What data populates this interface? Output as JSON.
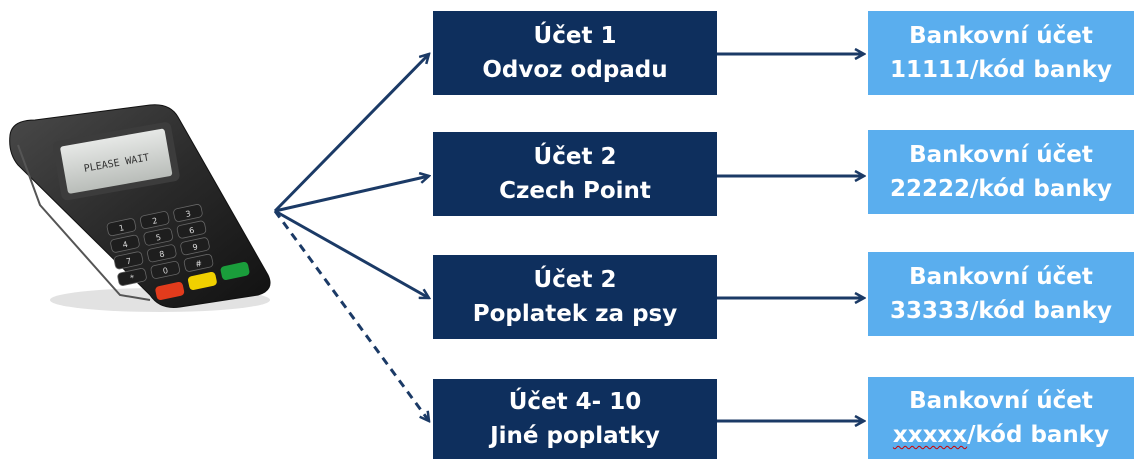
{
  "terminal": {
    "screen_text": "PLEASE WAIT",
    "key_labels": [
      "1",
      "2",
      "3",
      "4",
      "5",
      "6",
      "7",
      "8",
      "9",
      "*",
      "0",
      "#"
    ]
  },
  "accounts": [
    {
      "title": "Účet 1",
      "subtitle": "Odvoz odpadu"
    },
    {
      "title": "Účet 2",
      "subtitle": "Czech Point"
    },
    {
      "title": "Účet 2",
      "subtitle": "Poplatek za psy"
    },
    {
      "title": "Účet 4- 10",
      "subtitle": "Jiné poplatky"
    }
  ],
  "banks": [
    {
      "title": "Bankovní účet",
      "number": "11111",
      "suffix": "/kód banky"
    },
    {
      "title": "Bankovní účet",
      "number": "22222",
      "suffix": "/kód banky"
    },
    {
      "title": "Bankovní účet",
      "number": "33333",
      "suffix": "/kód banky"
    },
    {
      "title": "Bankovní účet",
      "number": "xxxxx",
      "suffix": "/kód banky"
    }
  ],
  "colors": {
    "dark_box": "#0e2f5d",
    "light_box": "#5aaeee",
    "arrow": "#1b3a66"
  }
}
